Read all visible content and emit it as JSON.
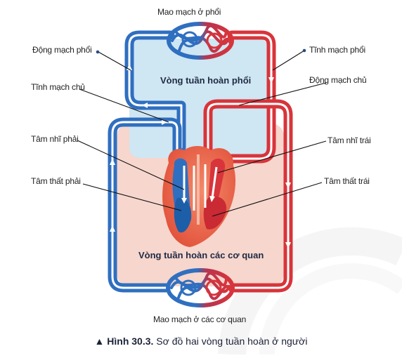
{
  "figure": {
    "number_prefix": "▲ Hình 30.3.",
    "caption": "Sơ đồ hai vòng tuần hoàn ở người"
  },
  "regions": {
    "pulmonary": "Vòng tuần hoàn phổi",
    "systemic": "Vòng tuần hoàn các cơ quan"
  },
  "labels": {
    "lung_capillaries": "Mao mạch ở phổi",
    "organ_capillaries": "Mao mạch ở các cơ quan",
    "pulmonary_artery": "Động mạch phổi",
    "pulmonary_vein": "Tĩnh mạch phổi",
    "vena_cava": "Tĩnh mạch chủ",
    "aorta": "Động mạch chủ",
    "right_atrium": "Tâm nhĩ phải",
    "left_atrium": "Tâm nhĩ trái",
    "right_ventricle": "Tâm thất phải",
    "left_ventricle": "Tâm thất trái"
  },
  "colors": {
    "oxygen_poor": "#2f6fc0",
    "oxygen_rich": "#d8343b",
    "pulmonary_fill": "#cfe6f3",
    "systemic_fill": "#f6d6cd",
    "heart": "#e8553f"
  }
}
